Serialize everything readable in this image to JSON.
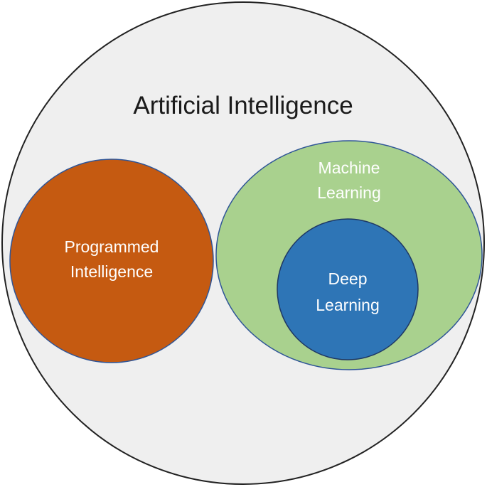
{
  "diagram": {
    "outer": {
      "title": "Artificial Intelligence",
      "fill": "#efefef",
      "stroke": "#222222",
      "text_color": "#1a1a1a"
    },
    "programmed": {
      "line1": "Programmed",
      "line2": "Intelligence",
      "fill": "#c55a11",
      "stroke": "#2f5597",
      "text_color": "#ffffff"
    },
    "machine_learning": {
      "line1": "Machine",
      "line2": "Learning",
      "fill": "#a9d18e",
      "stroke": "#2f5597",
      "text_color": "#ffffff"
    },
    "deep_learning": {
      "line1": "Deep",
      "line2": "Learning",
      "fill": "#2e75b6",
      "stroke": "#1f3864",
      "text_color": "#ffffff"
    }
  }
}
